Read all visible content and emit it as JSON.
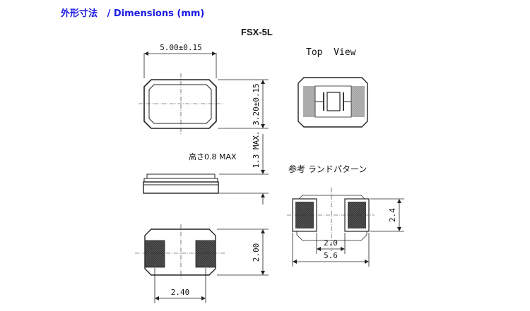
{
  "header": {
    "title_jp": "外形寸法",
    "title_en": "/ Dimensions (mm)"
  },
  "model": "FSX-5L",
  "top_view_label": "Top  View",
  "dimensions": {
    "length": "5.00±0.15",
    "width": "3.20±0.15",
    "max_thickness": "1.3 MAX.",
    "height_note": "高さ0.8 MAX",
    "pad_height": "2.00",
    "pad_spacing": "2.40"
  },
  "land_pattern": {
    "title": "参考 ランドパターン",
    "gap": "2.0",
    "total": "5.6",
    "height": "2.4"
  }
}
